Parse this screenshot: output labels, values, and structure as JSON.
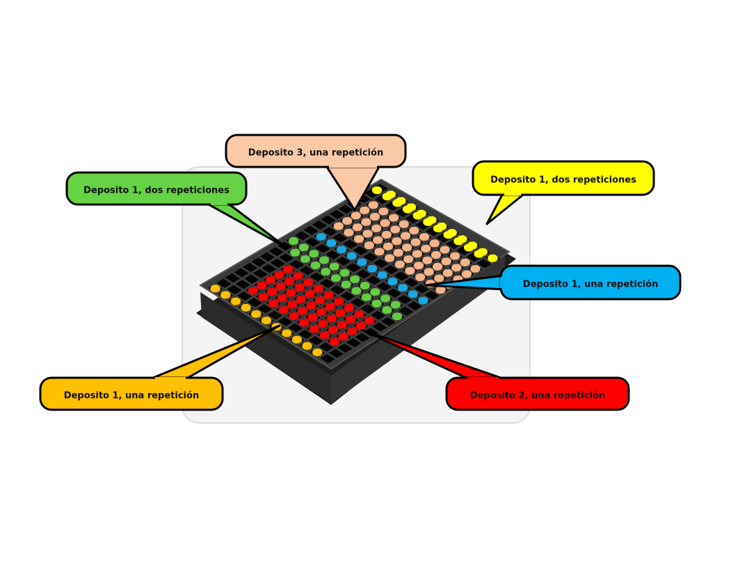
{
  "diagram": {
    "subject": "seedling tray",
    "grid": {
      "columns": 20,
      "rows": 12
    },
    "callouts": [
      {
        "id": "deposito3-una",
        "text": "Deposito 3, una repetición",
        "color": "#fac9a8",
        "dot_color": "#f5b48a"
      },
      {
        "id": "deposito1-dos-green",
        "text": "Deposito 1, dos repeticiones",
        "color": "#66d245",
        "dot_color": "#66cc44"
      },
      {
        "id": "deposito1-dos-yellow",
        "text": "Deposito 1, dos repeticiones",
        "color": "#ffff00",
        "dot_color": "#ffff00"
      },
      {
        "id": "deposito1-una-blue",
        "text": "Deposito 1, una repetición",
        "color": "#00b0f0",
        "dot_color": "#1ba8e0"
      },
      {
        "id": "deposito1-una-orange",
        "text": "Deposito 1, una repetición",
        "color": "#ffc000",
        "dot_color": "#ffc000"
      },
      {
        "id": "deposito2-una",
        "text": "Deposito 2, una repetición",
        "color": "#ff0000",
        "dot_color": "#ff0000"
      }
    ]
  }
}
